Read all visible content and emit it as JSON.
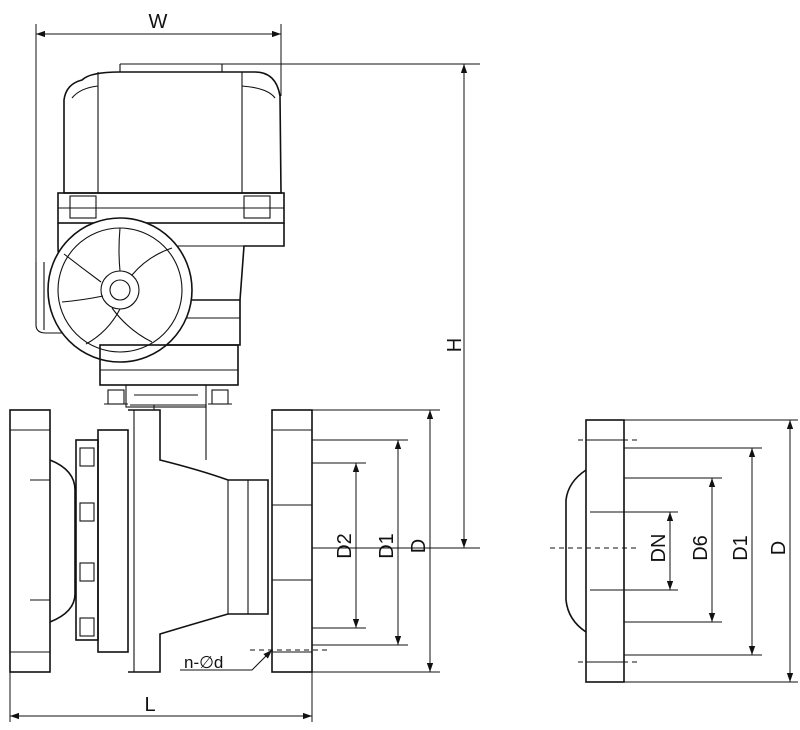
{
  "labels": {
    "width": "W",
    "height": "H",
    "length": "L",
    "bolt_holes": "n-∅d",
    "d2": "D2",
    "d1_main": "D1",
    "d_main": "D",
    "dn": "DN",
    "d6": "D6",
    "d1_detail": "D1",
    "d_detail": "D"
  }
}
